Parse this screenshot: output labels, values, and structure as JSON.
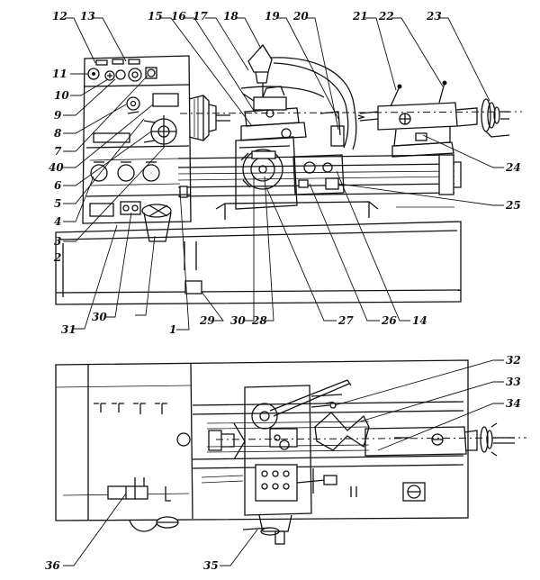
{
  "labels": {
    "n1": "1",
    "n2": "2",
    "n3": "3",
    "n3b": "3",
    "n4": "4",
    "n5": "5",
    "n6": "6",
    "n7": "7",
    "n8": "8",
    "n9": "9",
    "n10": "10",
    "n11": "11",
    "n12": "12",
    "n13": "13",
    "n14": "14",
    "n15": "15",
    "n16": "16",
    "n17": "17",
    "n18": "18",
    "n19": "19",
    "n20": "20",
    "n21": "21",
    "n22": "22",
    "n23": "23",
    "n24": "24",
    "n25": "25",
    "n26": "26",
    "n27": "27",
    "n28": "28",
    "n29": "29",
    "n30": "30",
    "n30b": "30",
    "n31": "31",
    "n32": "32",
    "n33": "33",
    "n34": "34",
    "n35": "35",
    "n36": "36",
    "n40": "40"
  }
}
